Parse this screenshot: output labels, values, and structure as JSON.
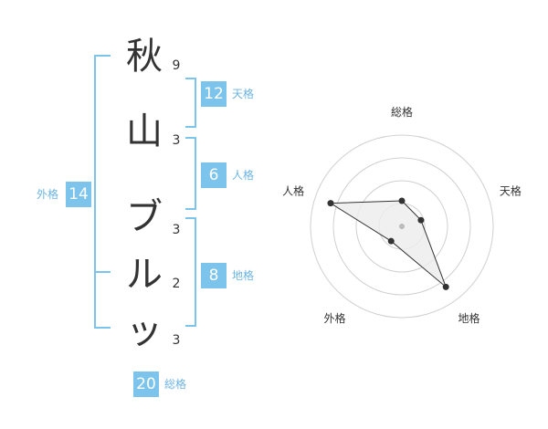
{
  "name": {
    "chars": [
      {
        "char": "秋",
        "strokes": "9"
      },
      {
        "char": "山",
        "strokes": "3"
      },
      {
        "char": "ブ",
        "strokes": "3"
      },
      {
        "char": "ル",
        "strokes": "2"
      },
      {
        "char": "ッ",
        "strokes": "3"
      }
    ]
  },
  "kaku": {
    "tenkaku": {
      "value": "12",
      "label": "天格"
    },
    "jinkaku": {
      "value": "6",
      "label": "人格"
    },
    "chikaku": {
      "value": "8",
      "label": "地格"
    },
    "gaikaku": {
      "value": "14",
      "label": "外格"
    },
    "soukaku": {
      "value": "20",
      "label": "総格"
    }
  },
  "chart_data": {
    "type": "radar",
    "axes": [
      "総格",
      "天格",
      "地格",
      "外格",
      "人格"
    ],
    "values": [
      0.28,
      0.22,
      0.82,
      0.2,
      0.82
    ],
    "rmax": 1,
    "rings": 4,
    "grid": true,
    "colors": {
      "fill": "#ececec",
      "line": "#333333",
      "point": "#333333",
      "ring": "#d0d0d0",
      "center": "#bbbbbb"
    }
  }
}
